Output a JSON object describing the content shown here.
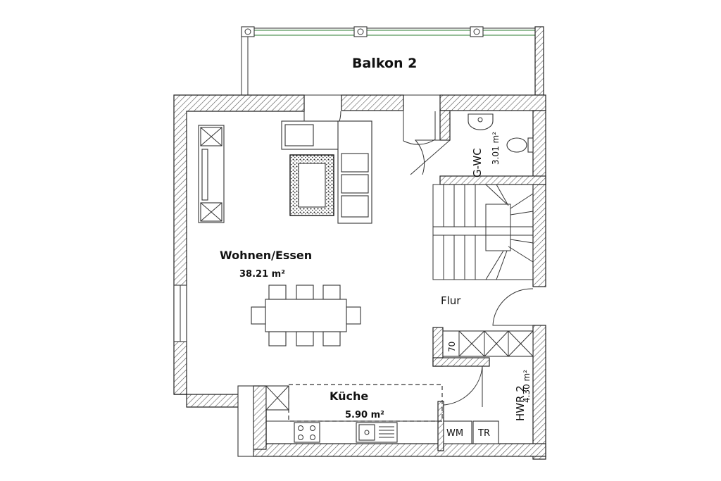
{
  "rooms": {
    "balkon": {
      "label": "Balkon 2"
    },
    "wohnen": {
      "label": "Wohnen/Essen",
      "area": "38.21 m²"
    },
    "kueche": {
      "label": "Küche",
      "area": "5.90 m²"
    },
    "gwc": {
      "label": "G-WC",
      "area": "3.01 m²"
    },
    "flur": {
      "label": "Flur"
    },
    "hwr": {
      "label": "HWR 2",
      "area": "4.30 m²"
    }
  },
  "appliances": {
    "washer": "WM",
    "dryer": "TR"
  },
  "dimensions": {
    "cabinet_depth": "70"
  }
}
